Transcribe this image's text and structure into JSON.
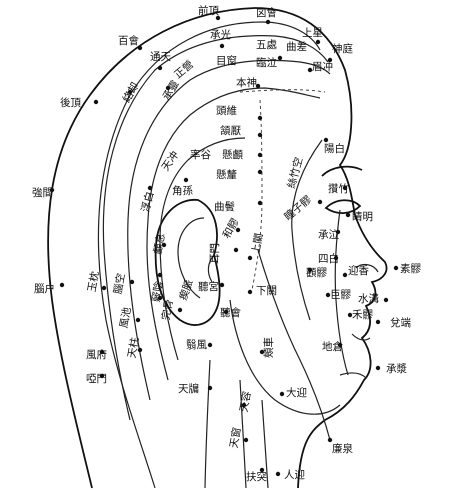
{
  "labels": {
    "bai_hui": "百會",
    "qian_ding": "前頂",
    "xin_hui": "囟會",
    "shang_xing": "上星",
    "shen_ting": "神庭",
    "cheng_guang": "承光",
    "wu_chu": "五處",
    "qu_cha": "曲差",
    "mei_chong": "眉冲",
    "tong_tian": "通天",
    "mu_chuang": "目窗",
    "lin_qi": "臨泣",
    "ben_shen": "本神",
    "luo_que": "絡却",
    "cheng_ling": "承靈",
    "zheng_ying": "正營",
    "tou_wei": "頭維",
    "han_yan": "頷厭",
    "yang_bai": "陽白",
    "hou_ding": "後頂",
    "xuan_lu": "懸顱",
    "xuan_li": "懸釐",
    "si_zhu_kong": "絲竹空",
    "tian_chong": "天冲",
    "shuai_gu": "率谷",
    "zan_zhu": "攢竹",
    "jiao_sun": "角孫",
    "qu_bin": "曲鬢",
    "jing_ming": "睛明",
    "qiang_jian": "強間",
    "fu_bai": "浮白",
    "tong_zi_liao": "瞳子髎",
    "he_liao": "和髎",
    "cheng_qi": "承泣",
    "shang_guan": "上關",
    "luo_xi": "顱息",
    "er_men": "耳門",
    "si_bai": "四白",
    "ying_xiang": "迎香",
    "su_liao": "素髎",
    "nao_hu": "腦户",
    "yu_zhen": "玉枕",
    "nao_kong": "腦空",
    "qi_mai": "瘈脈",
    "ting_gong": "聽宮",
    "quan_liao": "顴髎",
    "ju_liao": "巨髎",
    "shui_gou": "水溝",
    "qiao_yin": "竅陰",
    "xia_guan": "下關",
    "tou_qiao_yin": "頭竅陰",
    "wan_gu": "完骨",
    "feng_chi": "風池",
    "ting_hui": "聽會",
    "he_liao_nose": "禾髎",
    "dui_duan": "兌端",
    "feng_fu": "風府",
    "yi_feng": "翳風",
    "di_cang": "地倉",
    "tian_zhu": "天柱",
    "ya_men": "啞門",
    "jia_che": "頰車",
    "cheng_jiang": "承漿",
    "tian_you": "天牖",
    "da_ying": "大迎",
    "tian_rong": "天容",
    "tian_chuang": "天窗",
    "lian_quan": "廉泉",
    "fu_tu": "扶突",
    "ren_ying": "人迎"
  }
}
